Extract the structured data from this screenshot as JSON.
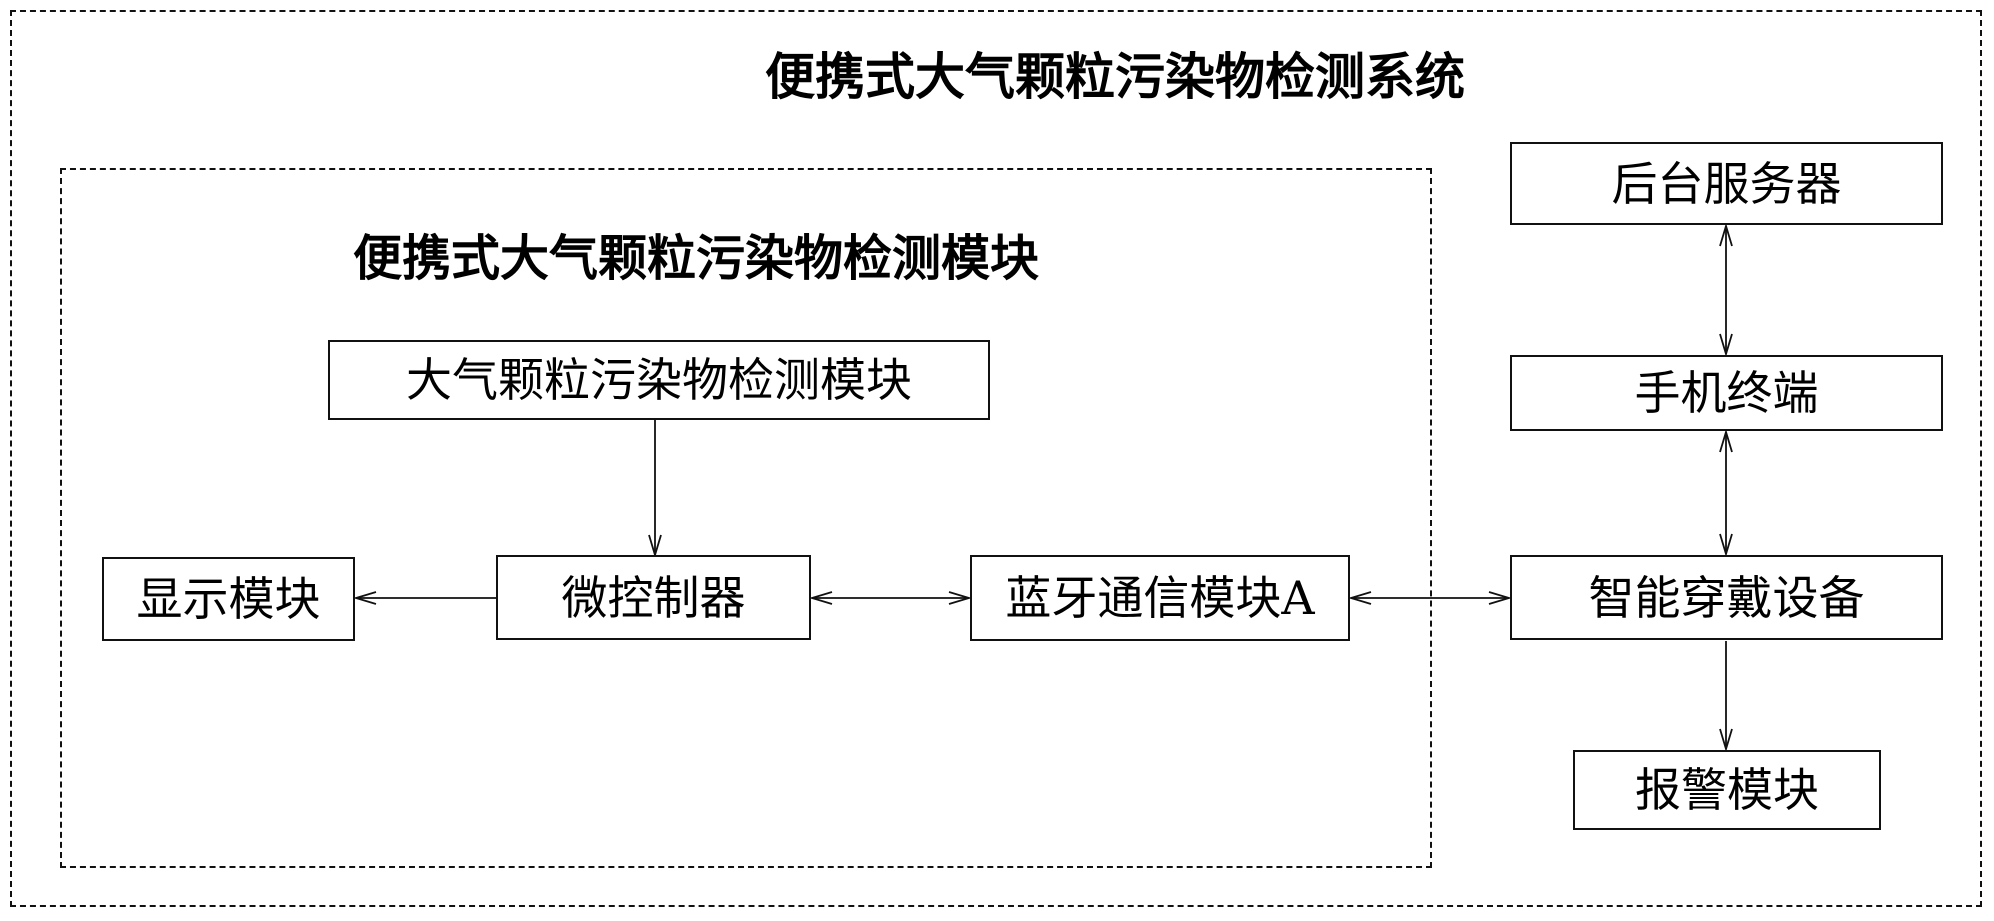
{
  "diagram": {
    "system_title": "便携式大气颗粒污染物检测系统",
    "module_title": "便携式大气颗粒污染物检测模块",
    "boxes": {
      "detect": "大气颗粒污染物检测模块",
      "mcu": "微控制器",
      "display": "显示模块",
      "bluetooth": "蓝牙通信模块A",
      "server": "后台服务器",
      "phone": "手机终端",
      "wearable": "智能穿戴设备",
      "alarm": "报警模块"
    },
    "connections": [
      {
        "from": "大气颗粒污染物检测模块",
        "to": "微控制器",
        "direction": "one-way"
      },
      {
        "from": "微控制器",
        "to": "显示模块",
        "direction": "one-way"
      },
      {
        "from": "微控制器",
        "to": "蓝牙通信模块A",
        "direction": "two-way"
      },
      {
        "from": "蓝牙通信模块A",
        "to": "智能穿戴设备",
        "direction": "two-way"
      },
      {
        "from": "后台服务器",
        "to": "手机终端",
        "direction": "two-way"
      },
      {
        "from": "手机终端",
        "to": "智能穿戴设备",
        "direction": "two-way"
      },
      {
        "from": "智能穿戴设备",
        "to": "报警模块",
        "direction": "one-way"
      }
    ]
  }
}
